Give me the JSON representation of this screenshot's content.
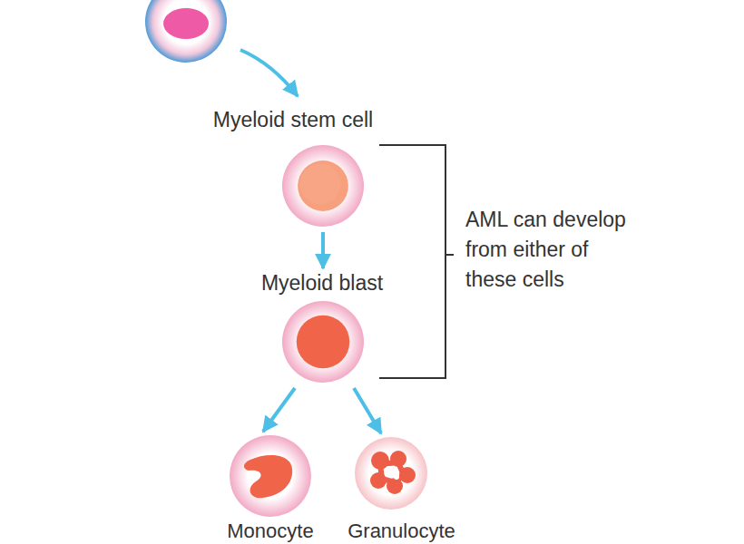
{
  "diagram": {
    "nodes": [
      {
        "text": [
          "Myeloid stem cell"
        ]
      },
      {
        "text": [
          "Myeloid blast"
        ]
      },
      {
        "text": [
          "Monocyte"
        ]
      },
      {
        "text": [
          "Granulocyte"
        ]
      }
    ],
    "edges": [
      {
        "from": 0,
        "to": 1,
        "arrow": "to"
      },
      {
        "from": 1,
        "to": 2,
        "arrow": "to"
      },
      {
        "from": 1,
        "to": 3,
        "arrow": "to"
      }
    ],
    "labels": [
      "AML can develop from either of these cells"
    ]
  }
}
